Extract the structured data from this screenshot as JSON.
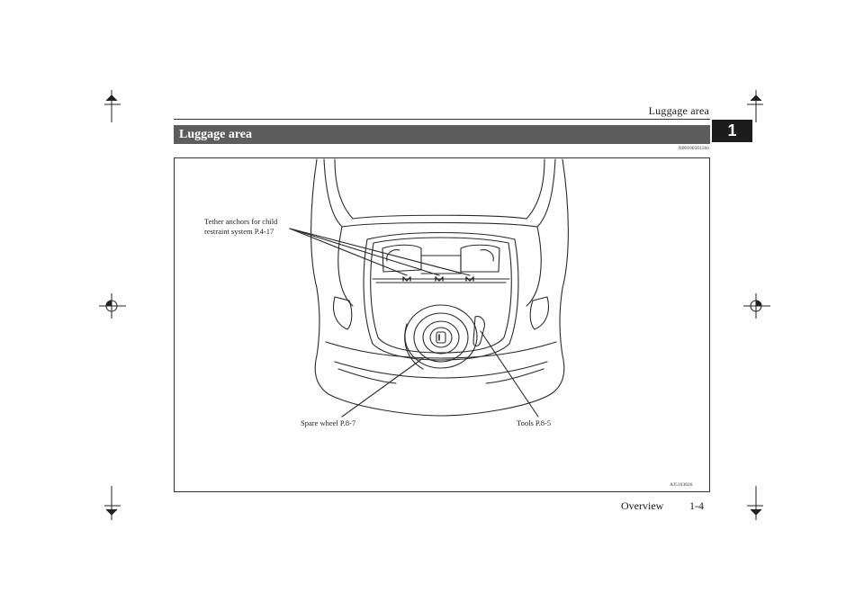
{
  "header": {
    "running_title": "Luggage area",
    "chapter_number": "1"
  },
  "section": {
    "title": "Luggage area",
    "reference_code": "N00100501566"
  },
  "figure": {
    "callouts": {
      "tether_anchors_line1": "Tether anchors for child",
      "tether_anchors_line2": "restraint system P.4-17",
      "spare_wheel": "Spare wheel P.8-7",
      "tools": "Tools P.8-5"
    },
    "figure_code": "AJ5103826"
  },
  "footer": {
    "section_name": "Overview",
    "page_number": "1-4"
  },
  "colors": {
    "section_bar": "#5d5d5d",
    "chapter_tab": "#1c1c1c",
    "line_art": "#2a2a2a"
  }
}
